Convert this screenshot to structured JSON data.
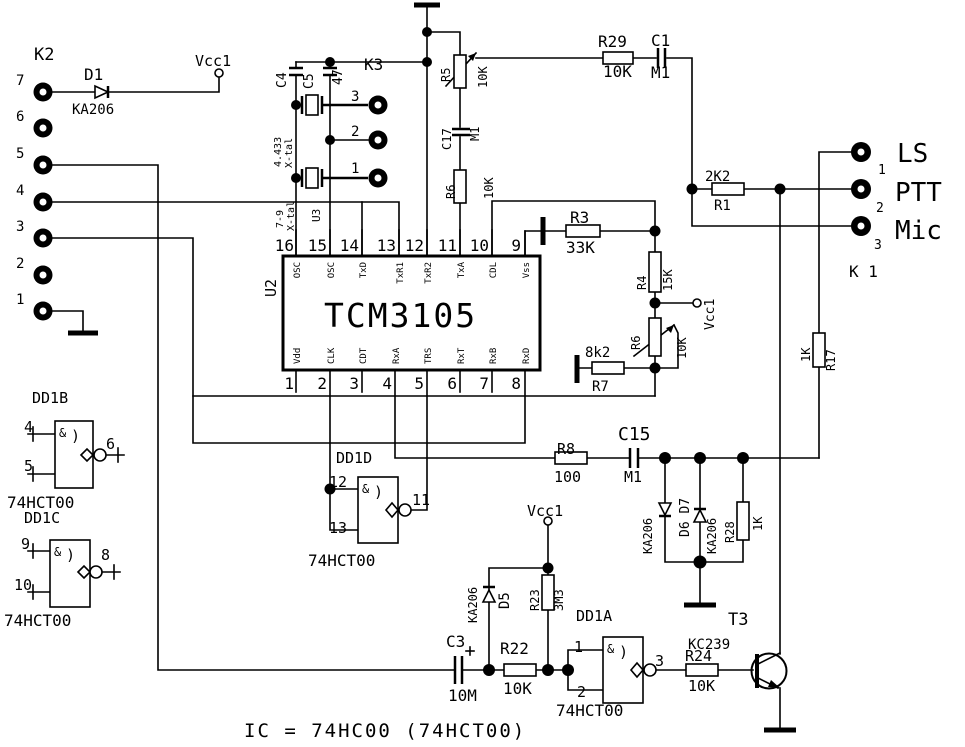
{
  "caption": "IC = 74HC00 (74HCT00)",
  "power": {
    "vcc1": "Vcc1"
  },
  "k2": {
    "label": "K2",
    "pins": [
      "7",
      "6",
      "5",
      "4",
      "3",
      "2",
      "1"
    ]
  },
  "k3": {
    "label": "K3",
    "pins": [
      "3",
      "2",
      "1"
    ]
  },
  "k1": {
    "label": "K 1",
    "pins": [
      "1",
      "2",
      "3"
    ],
    "signals": [
      "LS",
      "PTT",
      "Mic"
    ]
  },
  "ic": {
    "ref": "U2",
    "part": "TCM3105",
    "top": [
      {
        "n": "16",
        "l": "OSC"
      },
      {
        "n": "15",
        "l": "OSC"
      },
      {
        "n": "14",
        "l": "TxD"
      },
      {
        "n": "13",
        "l": "TxR1"
      },
      {
        "n": "12",
        "l": "TxR2"
      },
      {
        "n": "11",
        "l": "TxA"
      },
      {
        "n": "10",
        "l": "CDL"
      },
      {
        "n": "9",
        "l": "Vss"
      }
    ],
    "bottom": [
      {
        "n": "1",
        "l": "Vdd"
      },
      {
        "n": "2",
        "l": "CLK"
      },
      {
        "n": "3",
        "l": "CDT"
      },
      {
        "n": "4",
        "l": "RxA"
      },
      {
        "n": "5",
        "l": "TRS"
      },
      {
        "n": "6",
        "l": "RxT"
      },
      {
        "n": "7",
        "l": "RxB"
      },
      {
        "n": "8",
        "l": "RxD"
      }
    ]
  },
  "gates": {
    "sym": "&",
    "arc": ")",
    "b": {
      "name": "DD1B",
      "part": "74HCT00",
      "p1": "4",
      "p2": "5",
      "po": "6"
    },
    "c": {
      "name": "DD1C",
      "part": "74HCT00",
      "p1": "9",
      "p2": "10",
      "po": "8"
    },
    "d": {
      "name": "DD1D",
      "part": "74HCT00",
      "p1": "12",
      "p2": "13",
      "po": "11"
    },
    "a": {
      "name": "DD1A",
      "part": "74HCT00",
      "p1": "1",
      "p2": "2",
      "po": "3"
    }
  },
  "parts": {
    "d1": {
      "r": "D1",
      "v": "KA206"
    },
    "c4": {
      "r": "C4"
    },
    "c5": {
      "r": "C5",
      "v": "47"
    },
    "xtal1": {
      "v": "4.433",
      "l": "X-tal"
    },
    "xtal2": {
      "v": "7-9",
      "l": "X-tal"
    },
    "u3": {
      "r": "U3"
    },
    "r5": {
      "r": "R5",
      "v": "10K"
    },
    "c17": {
      "r": "C17",
      "v": "M1"
    },
    "r6tx": {
      "r": "R6",
      "v": "10K"
    },
    "r29": {
      "r": "R29",
      "v": "10K"
    },
    "c1": {
      "r": "C1",
      "v": "M1"
    },
    "r1": {
      "r": "R1",
      "v": "2K2"
    },
    "r3": {
      "r": "R3",
      "v": "33K"
    },
    "r4": {
      "r": "R4",
      "v": "15K"
    },
    "r6pot": {
      "r": "R6",
      "v": "10K"
    },
    "r7": {
      "r": "R7",
      "v": "8k2"
    },
    "r17": {
      "r": "R17",
      "v": "1K"
    },
    "r8": {
      "r": "R8",
      "v": "100"
    },
    "c15": {
      "r": "C15",
      "v": "M1"
    },
    "d6": {
      "v": "KA206"
    },
    "d7": {
      "v": "KA206"
    },
    "d6d7": {
      "r": "D6 D7"
    },
    "r28": {
      "r": "R28",
      "v": "1K"
    },
    "d5": {
      "r": "D5",
      "v": "KA206"
    },
    "r23": {
      "r": "R23",
      "v": "3M3"
    },
    "c3": {
      "r": "C3",
      "v": "10M"
    },
    "r22": {
      "r": "R22",
      "v": "10K"
    },
    "r24": {
      "r": "R24",
      "v": "10K"
    },
    "t3": {
      "r": "T3",
      "v": "KC239"
    }
  }
}
